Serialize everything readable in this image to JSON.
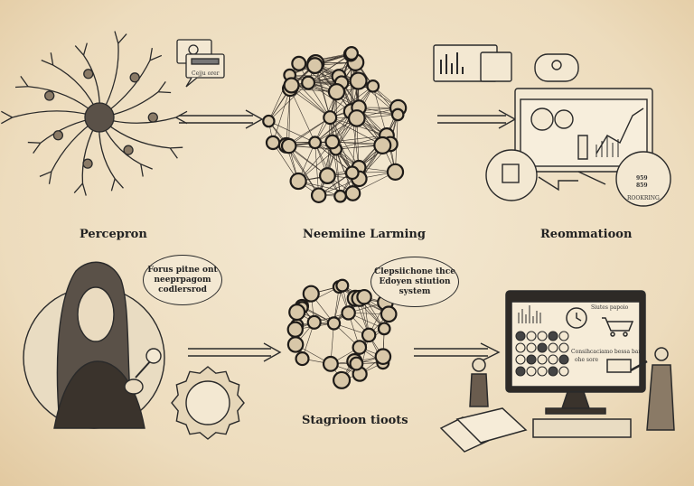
{
  "labels": {
    "perceptron": "Percepron",
    "machine_learning": "Neemiine Larming",
    "recommendation": "Reommatioon",
    "stagrioon": "Stagrioon tioots"
  },
  "bubbles": {
    "woman": [
      "Forus pitne ont",
      "neeprpagom",
      "codlersrod"
    ],
    "network": [
      "Clepsiichone thce",
      "Edoyen stiution",
      "system"
    ]
  },
  "small_text": {
    "neuron_card": "Cejju orer",
    "badge": "ROOKRING",
    "badge_digits": [
      "959",
      "859"
    ],
    "monitor_search": "Siutes papoio",
    "monitor_caption": [
      "Consihcaciamo bessa bar",
      "ohe sore"
    ]
  },
  "colors": {
    "paper": "#efe2c8",
    "ink": "#222222"
  },
  "icons": [
    "neuron-icon",
    "network-icon",
    "dashboard-monitor-icon",
    "woman-portrait-icon",
    "gear-icon",
    "clock-icon",
    "shopping-cart-icon",
    "arrow-right-icon"
  ]
}
